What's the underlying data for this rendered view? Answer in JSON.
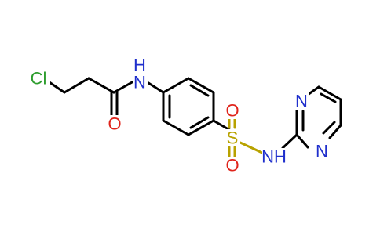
{
  "atoms": {
    "cl": {
      "text": "Cl",
      "color": "#2e9d2e"
    },
    "nh_amide": {
      "text": "N",
      "color": "#1f2fcc"
    },
    "h_amide": {
      "text": "H",
      "color": "#1f2fcc"
    },
    "o_amide": {
      "text": "O",
      "color": "#e0241b"
    },
    "s": {
      "text": "S",
      "color": "#b8a200"
    },
    "o_s_top": {
      "text": "O",
      "color": "#e0241b"
    },
    "o_s_bottom": {
      "text": "O",
      "color": "#e0241b"
    },
    "nh_sulf": {
      "text": "NH",
      "color": "#1f2fcc"
    },
    "n_pyr_top": {
      "text": "N",
      "color": "#1f2fcc"
    },
    "n_pyr_bottom": {
      "text": "N",
      "color": "#1f2fcc"
    }
  }
}
